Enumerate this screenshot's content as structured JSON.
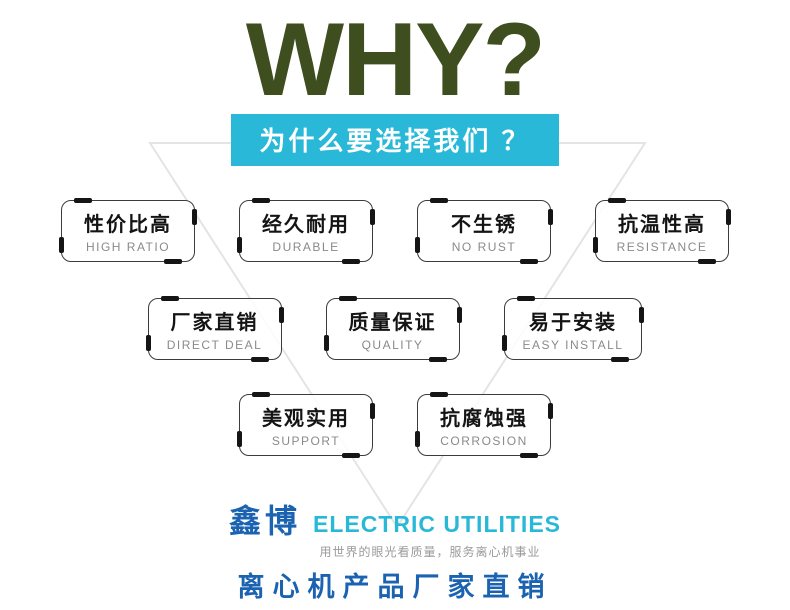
{
  "hero": {
    "title": "WHY?",
    "subtitle": "为什么要选择我们 ？"
  },
  "badges": [
    {
      "zh": "性价比高",
      "en": "HIGH RATIO"
    },
    {
      "zh": "经久耐用",
      "en": "DURABLE"
    },
    {
      "zh": "不生锈",
      "en": "NO RUST"
    },
    {
      "zh": "抗温性高",
      "en": "RESISTANCE"
    },
    {
      "zh": "厂家直销",
      "en": "DIRECT DEAL"
    },
    {
      "zh": "质量保证",
      "en": "QUALITY"
    },
    {
      "zh": "易于安装",
      "en": "EASY INSTALL"
    },
    {
      "zh": "美观实用",
      "en": "SUPPORT"
    },
    {
      "zh": "抗腐蚀强",
      "en": "CORROSION"
    }
  ],
  "footer": {
    "brand_zh": "鑫博",
    "brand_en": "ELECTRIC UTILITIES",
    "tagline": "用世界的眼光看质量，服务离心机事业",
    "headline": "离心机产品厂家直销"
  },
  "colors": {
    "title_green": "#3e4e1e",
    "banner_cyan": "#29b8d8",
    "brand_blue": "#1b63b0",
    "badge_border": "#3c3c3c",
    "badge_sub_gray": "#8a8a8a"
  }
}
